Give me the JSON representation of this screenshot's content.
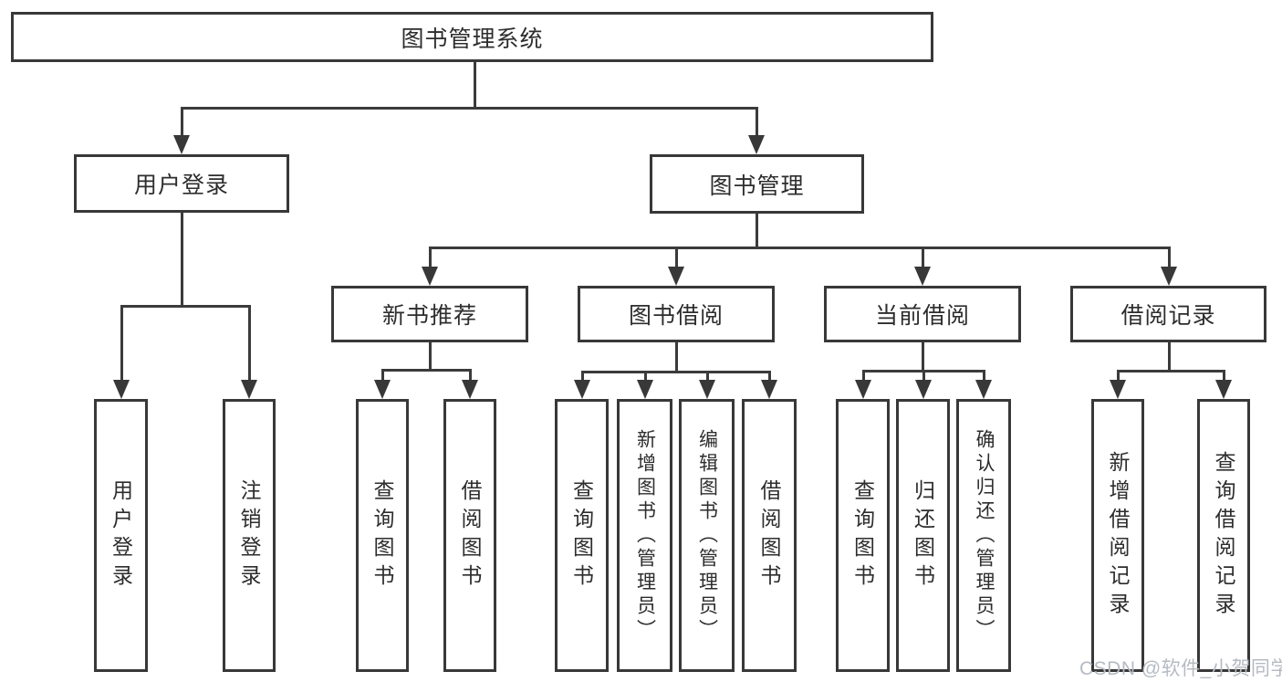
{
  "tree": {
    "label": "图书管理系统",
    "children": [
      {
        "label": "用户登录",
        "children": [
          {
            "label": "用户登录"
          },
          {
            "label": "注销登录"
          }
        ]
      },
      {
        "label": "图书管理",
        "children": [
          {
            "label": "新书推荐",
            "children": [
              {
                "label": "查询图书"
              },
              {
                "label": "借阅图书"
              }
            ]
          },
          {
            "label": "图书借阅",
            "children": [
              {
                "label": "查询图书"
              },
              {
                "label": "新增图书（管理员）"
              },
              {
                "label": "编辑图书（管理员）"
              },
              {
                "label": "借阅图书"
              }
            ]
          },
          {
            "label": "当前借阅",
            "children": [
              {
                "label": "查询图书"
              },
              {
                "label": "归还图书"
              },
              {
                "label": "确认归还（管理员）"
              }
            ]
          },
          {
            "label": "借阅记录",
            "children": [
              {
                "label": "新增借阅记录"
              },
              {
                "label": "查询借阅记录"
              }
            ]
          }
        ]
      }
    ]
  },
  "watermark": {
    "text": "CSDN @软件_小贺同学"
  },
  "colors": {
    "line": "#3b3b3b",
    "border": "#383838",
    "text": "#2d2d2d",
    "background": "#ffffff",
    "watermark": "#b5bbc2"
  }
}
